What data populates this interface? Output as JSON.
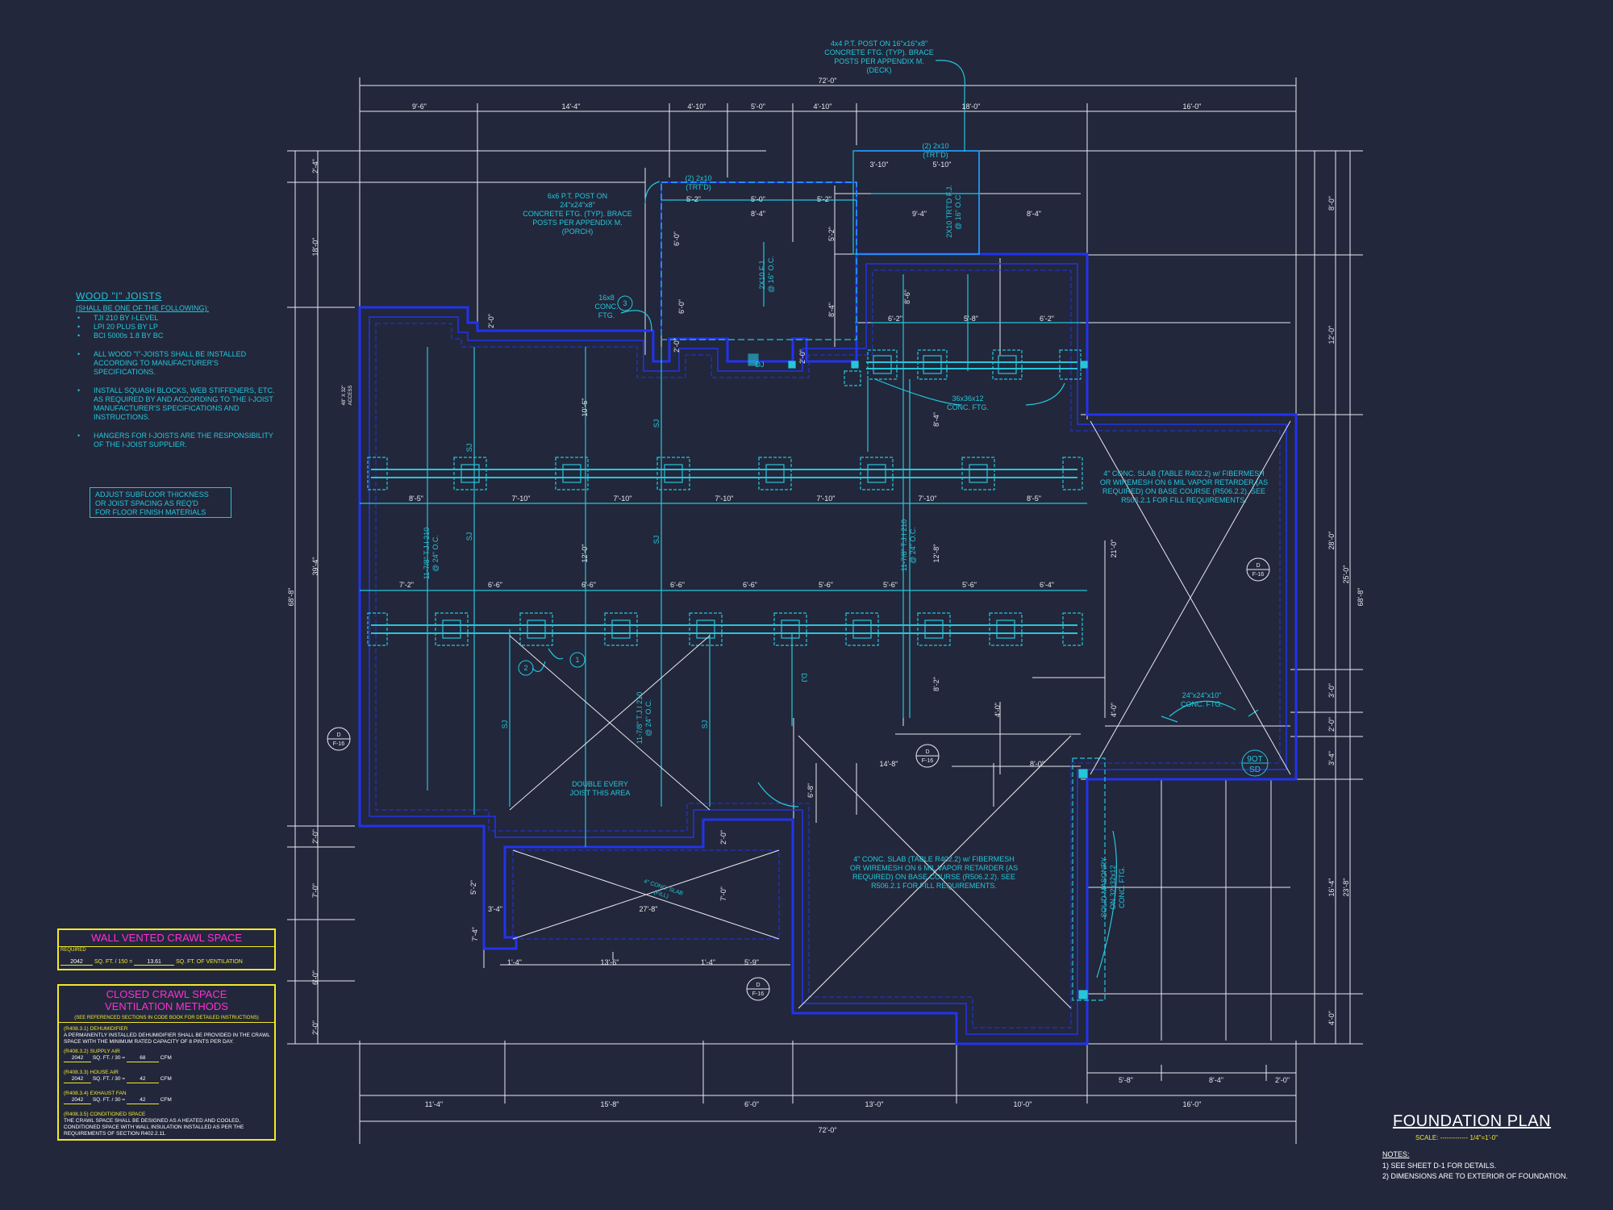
{
  "annotations": {
    "post_deck": [
      "4x4 P.T. POST ON 16\"x16\"x8\"",
      "CONCRETE FTG. (TYP). BRACE",
      "POSTS PER APPENDIX M.",
      "(DECK)"
    ],
    "post_porch": [
      "6x6 P.T. POST ON",
      "24\"x24\"x8\"",
      "CONCRETE FTG. (TYP). BRACE",
      "POSTS PER APPENDIX M.",
      "(PORCH)"
    ],
    "beam_2x10": "(2) 2x10",
    "beam_trtd": "(TRT'D)",
    "conc_ftg_16": [
      "16x8",
      "CONC.",
      "FTG."
    ],
    "conc_ftg_36": [
      "36x36x12",
      "CONC. FTG."
    ],
    "conc_ftg_24": [
      "24\"x24\"x10\"",
      "CONC. FTG."
    ],
    "slab_right": [
      "4\" CONC. SLAB (TABLE R402.2) w/ FIBERMESH",
      "OR WIREMESH ON 6 MIL VAPOR RETARDER (AS",
      "REQUIRED) ON BASE COURSE (R506.2.2). SEE",
      "R506.2.1 FOR FILL REQUIREMENTS."
    ],
    "slab_center": [
      "4\" CONC. SLAB (TABLE R402.2) w/ FIBERMESH",
      "OR WIREMESH ON 6 MIL VAPOR RETARDER (AS",
      "REQUIRED) ON BASE COURSE (R506.2.2). SEE",
      "R506.2.1 FOR FILL REQUIREMENTS."
    ],
    "double_joist": [
      "DOUBLE EVERY",
      "JOIST THIS AREA"
    ],
    "solid_masonry": [
      "SOLID MASONRY",
      "ON 32x32x12",
      "CONC. FTG."
    ],
    "access": [
      "48\" X 32\"",
      "ACCESS"
    ],
    "conc_slab_fill": [
      "4\" CONC. SLAB",
      "(FILL)"
    ],
    "joist_spec_1": [
      "11-7/8\" T.J.I 210",
      "@ 24\" O.C."
    ],
    "joist_spec_2": [
      "11-7/8\" T.J.I 210",
      "@ 24\" O.C."
    ],
    "joist_spec_3": [
      "11-7/8\" T.J.I 210",
      "@ 24\" O.C."
    ],
    "joist_2x10": [
      "2X10 F.J.",
      "@ 16\" O.C."
    ],
    "joist_trtd": [
      "2X10 TRT'D F.J.",
      "@ 16\" O.C."
    ],
    "sj": "SJ",
    "dj": "DJ",
    "callouts": [
      "1",
      "2",
      "3"
    ],
    "detail_d": "D",
    "detail_ref": "F-16",
    "detail_9ot": "9OT",
    "detail_sd": "SD"
  },
  "dims": {
    "top_overall": "72'-0\"",
    "top": [
      "9'-6\"",
      "14'-4\"",
      "4'-10\"",
      "5'-0\"",
      "4'-10\"",
      "18'-0\"",
      "16'-0\""
    ],
    "deck": [
      "3'-10\"",
      "5'-10\"",
      "9'-4\"",
      "8'-4\""
    ],
    "porch": [
      "5'-2\"",
      "5'-0\"",
      "5'-2\"",
      "8'-4\""
    ],
    "beam_row1": [
      "6'-2\"",
      "5'-8\"",
      "6'-2\""
    ],
    "beam_row2": [
      "8'-5\"",
      "7'-10\"",
      "7'-10\"",
      "7'-10\"",
      "7'-10\"",
      "7'-10\"",
      "8'-5\""
    ],
    "beam_row3": [
      "7'-2\"",
      "6'-6\"",
      "6'-6\"",
      "6'-6\"",
      "6'-6\"",
      "5'-6\"",
      "5'-6\"",
      "5'-6\"",
      "6'-4\""
    ],
    "bottom_overall": "72'-0\"",
    "bottom": [
      "11'-4\"",
      "15'-8\"",
      "6'-0\"",
      "13'-0\"",
      "10'-0\"",
      "16'-0\""
    ],
    "right_bottom": [
      "5'-8\"",
      "8'-4\"",
      "2'-0\""
    ],
    "left": [
      "2'-4\"",
      "18'-0\"",
      "39'-4\"",
      "2'-0\"",
      "7'-0\"",
      "6'-0\"",
      "2'-0\""
    ],
    "left_overall": "68'-8\"",
    "right": [
      "8'-0\"",
      "12'-0\"",
      "28'-0\"",
      "3'-0\"",
      "2'-0\"",
      "3'-4\"",
      "16'-4\"",
      "4'-0\""
    ],
    "right_mid": [
      "25'-0\"",
      "23'-8\""
    ],
    "right_overall": "68'-8\"",
    "inner": [
      "10'-6\"",
      "12'-0\"",
      "8'-4\"",
      "8'-6\"",
      "12'-8\"",
      "8'-2\"",
      "14'-8\"",
      "8'-0\"",
      "21'-0\"",
      "4'-0\"",
      "4'-0\"",
      "6'-8\"",
      "5'-2\"",
      "3'-4\"",
      "27'-8\"",
      "7'-4\"",
      "13'-6\"",
      "1'-4\"",
      "5'-9\"",
      "7'-0\"",
      "2'-0\"",
      "8'-4\"",
      "6'-0\"",
      "2'-0\""
    ]
  },
  "joist_notes": {
    "title": "WOOD \"I\" JOISTS",
    "subtitle": "(SHALL BE ONE OF THE FOLLOWING):",
    "brands": [
      "TJI 210 BY I-LEVEL",
      "LPI 20 PLUS BY LP",
      "BCI 5000s 1.8 BY BC"
    ],
    "notes": [
      "ALL WOOD \"I\"-JOISTS SHALL BE INSTALLED ACCORDING TO MANUFACTURER'S SPECIFICATIONS.",
      "INSTALL SQUASH BLOCKS, WEB STIFFENERS, ETC. AS REQUIRED BY AND ACCORDING TO THE I-JOIST MANUFACTURER'S SPECIFICATIONS AND INSTRUCTIONS.",
      "HANGERS FOR I-JOISTS ARE THE RESPONSIBILITY OF THE I-JOIST SUPPLIER."
    ],
    "adjust": [
      "ADJUST SUBFLOOR THICKNESS",
      "OR JOIST SPACING AS REQ'D",
      "FOR FLOOR FINISH MATERIALS"
    ]
  },
  "vent_table": {
    "title": "WALL VENTED CRAWL SPACE",
    "required": "REQUIRED",
    "area": "2042",
    "unit1": "SQ. FT. / 150 =",
    "result": "13.61",
    "unit2": "SQ. FT. OF VENTILATION"
  },
  "closed_table": {
    "title1": "CLOSED CRAWL SPACE",
    "title2": "VENTILATION METHODS",
    "subtitle": "(SEE REFERENCED SECTIONS IN CODE BOOK FOR DETAILED INSTRUCTIONS)",
    "dehum_head": "(R408.3.1) DEHUMIDIFIER",
    "dehum_text": "A PERMANENTLY INSTALLED DEHUMIDIFIER SHALL BE PROVIDED IN THE CRAWL SPACE WITH THE MINIMUM RATED CAPACITY OF 8 PINTS PER DAY.",
    "supply_head": "(R408.3.2) SUPPLY AIR",
    "house_head": "(R408.3.3) HOUSE AIR",
    "exhaust_head": "(R408.3.4) EXHAUST FAN",
    "area": "2042",
    "unit": "SQ. FT. / 30 =",
    "supply_value": "68",
    "house_value": "42",
    "exhaust_value": "42",
    "cfm": "CFM",
    "cond_head": "(R408.3.5) CONDITIONED SPACE",
    "cond_text": "THE CRAWL SPACE SHALL BE DESIGNED AS A HEATED AND COOLED, CONDITIONED SPACE WITH WALL INSULATION INSTALLED AS PER THE REQUIREMENTS OF SECTION R402.2.11."
  },
  "title_block": {
    "title": "FOUNDATION PLAN",
    "scale": "SCALE: ------------- 1/4\"=1'-0\"",
    "notes_label": "NOTES:",
    "notes": [
      "1) SEE SHEET D-1 FOR DETAILS.",
      "2) DIMENSIONS ARE TO EXTERIOR OF FOUNDATION."
    ]
  },
  "colors": {
    "background": "#22273b",
    "foundation": "#2233ee",
    "framing": "#26c6da",
    "dimension": "#e8eaf0",
    "table_border": "#f2e829",
    "table_title": "#ff2fd6"
  }
}
